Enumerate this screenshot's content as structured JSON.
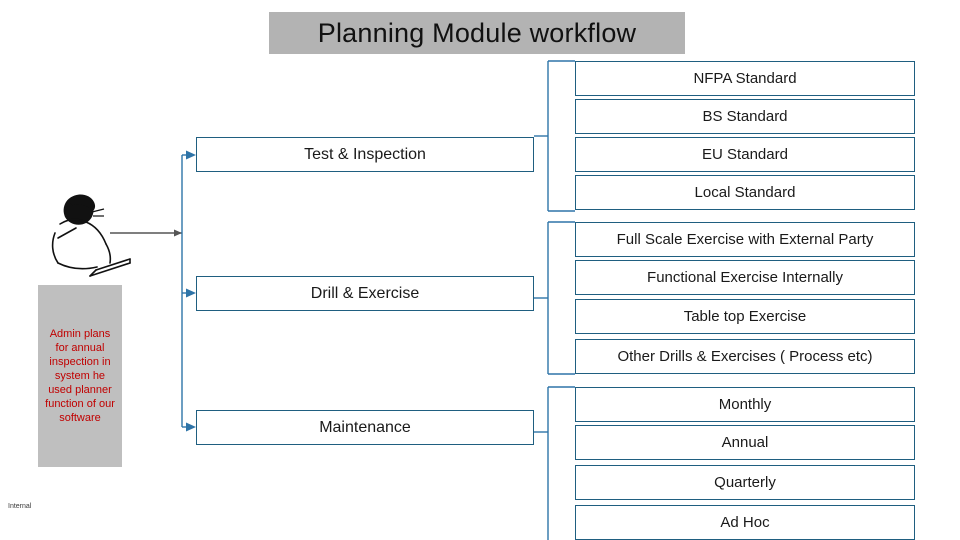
{
  "title": "Planning Module workflow",
  "admin_note": "Admin plans for annual inspection in system he used planner function of our software",
  "internal_label": "Internal",
  "mid_nodes": [
    {
      "label": "Test & Inspection"
    },
    {
      "label": "Drill & Exercise"
    },
    {
      "label": "Maintenance"
    }
  ],
  "right_groups": [
    {
      "items": [
        {
          "label": "NFPA Standard"
        },
        {
          "label": "BS Standard"
        },
        {
          "label": "EU Standard"
        },
        {
          "label": "Local Standard"
        }
      ]
    },
    {
      "items": [
        {
          "label": "Full Scale Exercise with External Party"
        },
        {
          "label": "Functional Exercise Internally"
        },
        {
          "label": "Table top Exercise"
        },
        {
          "label": "Other Drills & Exercises ( Process etc)"
        }
      ]
    },
    {
      "items": [
        {
          "label": "Monthly"
        },
        {
          "label": "Annual"
        },
        {
          "label": "Quarterly"
        },
        {
          "label": "Ad Hoc"
        }
      ]
    }
  ],
  "colors": {
    "title_band": "#b3b3b3",
    "node_border": "#1f5e80",
    "admin_box": "#bfbfbf",
    "admin_text": "#c00000",
    "connector": "#2e74a8",
    "arrow_gray": "#555555"
  }
}
